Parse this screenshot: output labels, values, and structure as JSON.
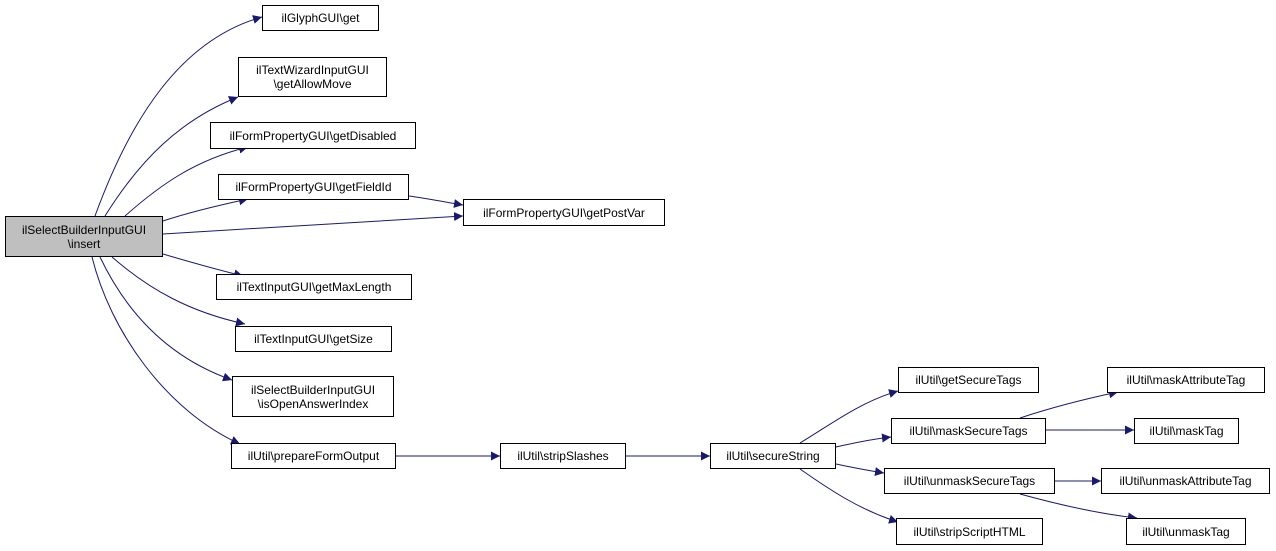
{
  "colors": {
    "edge": "#191970",
    "node_border": "#000000",
    "root_fill": "#bfbfbf",
    "node_fill": "#ffffff"
  },
  "nodes": {
    "root": "ilSelectBuilderInputGUI\n\\insert",
    "glyph_get": "ilGlyphGUI\\get",
    "get_allow_move": "ilTextWizardInputGUI\n\\getAllowMove",
    "get_disabled": "ilFormPropertyGUI\\getDisabled",
    "get_field_id": "ilFormPropertyGUI\\getFieldId",
    "get_post_var": "ilFormPropertyGUI\\getPostVar",
    "get_max_length": "ilTextInputGUI\\getMaxLength",
    "get_size": "ilTextInputGUI\\getSize",
    "is_open_answer_index": "ilSelectBuilderInputGUI\n\\isOpenAnswerIndex",
    "prepare_form_output": "ilUtil\\prepareFormOutput",
    "strip_slashes": "ilUtil\\stripSlashes",
    "secure_string": "ilUtil\\secureString",
    "get_secure_tags": "ilUtil\\getSecureTags",
    "mask_secure_tags": "ilUtil\\maskSecureTags",
    "unmask_secure_tags": "ilUtil\\unmaskSecureTags",
    "strip_script_html": "ilUtil\\stripScriptHTML",
    "mask_attribute_tag": "ilUtil\\maskAttributeTag",
    "mask_tag": "ilUtil\\maskTag",
    "unmask_attribute_tag": "ilUtil\\unmaskAttributeTag",
    "unmask_tag": "ilUtil\\unmaskTag"
  }
}
